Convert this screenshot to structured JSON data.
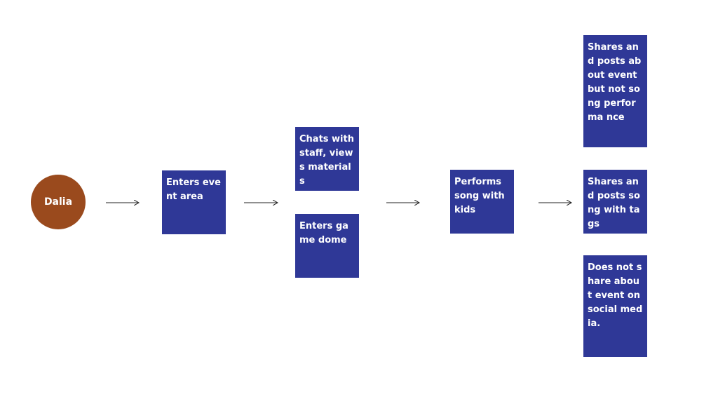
{
  "diagram": {
    "start": {
      "label": "Dalia"
    },
    "nodes": {
      "enters_event_area": "Enters event area",
      "chats_with_staff": "Chats with staff, views materials",
      "enters_game_dome": "Enters game dome",
      "performs_song": "Performs song with kids",
      "shares_event_not_song": "Shares and posts about event but not song performa nce",
      "shares_song_tags": "Shares and posts song with tags",
      "does_not_share": "Does not share about event on social media."
    },
    "colors": {
      "node_fill": "#2f3897",
      "start_fill": "#9a4a1d",
      "arrow": "#222222",
      "text": "#ffffff"
    }
  }
}
